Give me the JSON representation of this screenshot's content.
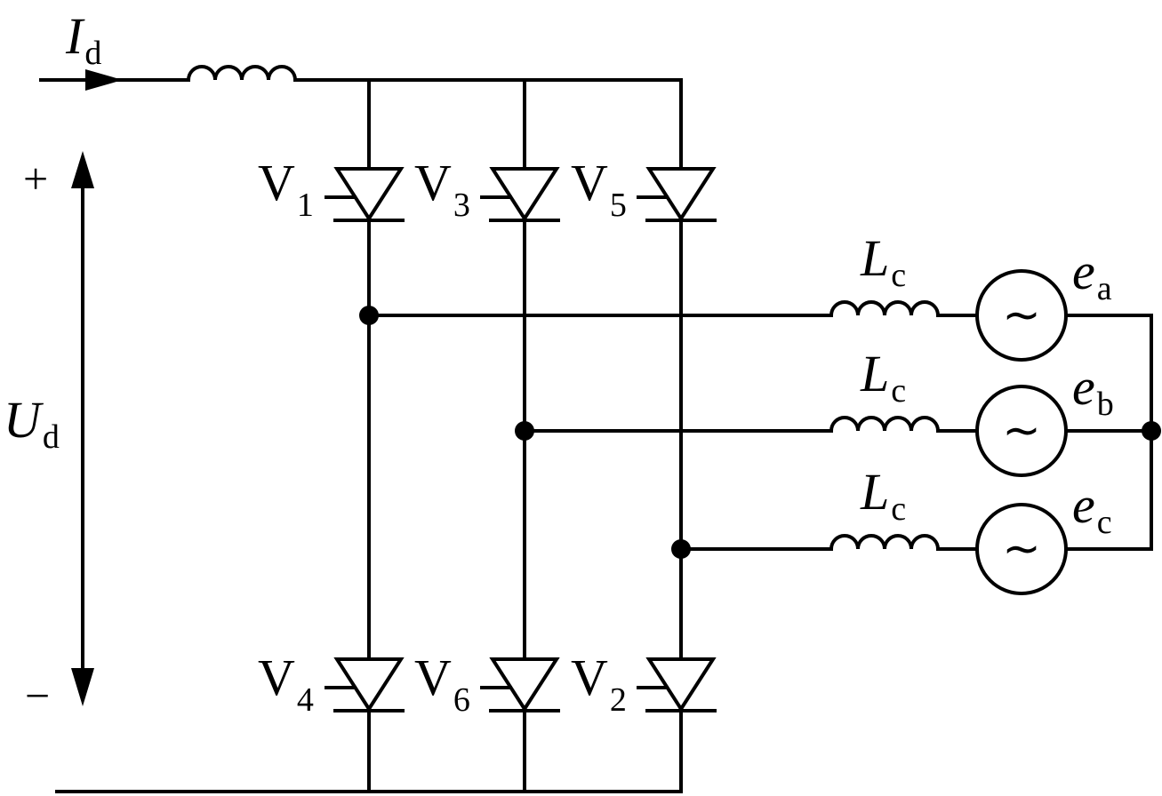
{
  "current": {
    "symbol": "I",
    "subscript": "d"
  },
  "voltage": {
    "symbol": "U",
    "subscript": "d",
    "plus": "+",
    "minus": "−"
  },
  "thyristors": [
    {
      "id": "V1",
      "letter": "V",
      "index": "1"
    },
    {
      "id": "V3",
      "letter": "V",
      "index": "3"
    },
    {
      "id": "V5",
      "letter": "V",
      "index": "5"
    },
    {
      "id": "V4",
      "letter": "V",
      "index": "4"
    },
    {
      "id": "V6",
      "letter": "V",
      "index": "6"
    },
    {
      "id": "V2",
      "letter": "V",
      "index": "2"
    }
  ],
  "phases": [
    {
      "inductor": "L",
      "inductor_sub": "c",
      "emf": "e",
      "emf_sub": "a",
      "symbol": "~"
    },
    {
      "inductor": "L",
      "inductor_sub": "c",
      "emf": "e",
      "emf_sub": "b",
      "symbol": "~"
    },
    {
      "inductor": "L",
      "inductor_sub": "c",
      "emf": "e",
      "emf_sub": "c",
      "symbol": "~"
    }
  ]
}
